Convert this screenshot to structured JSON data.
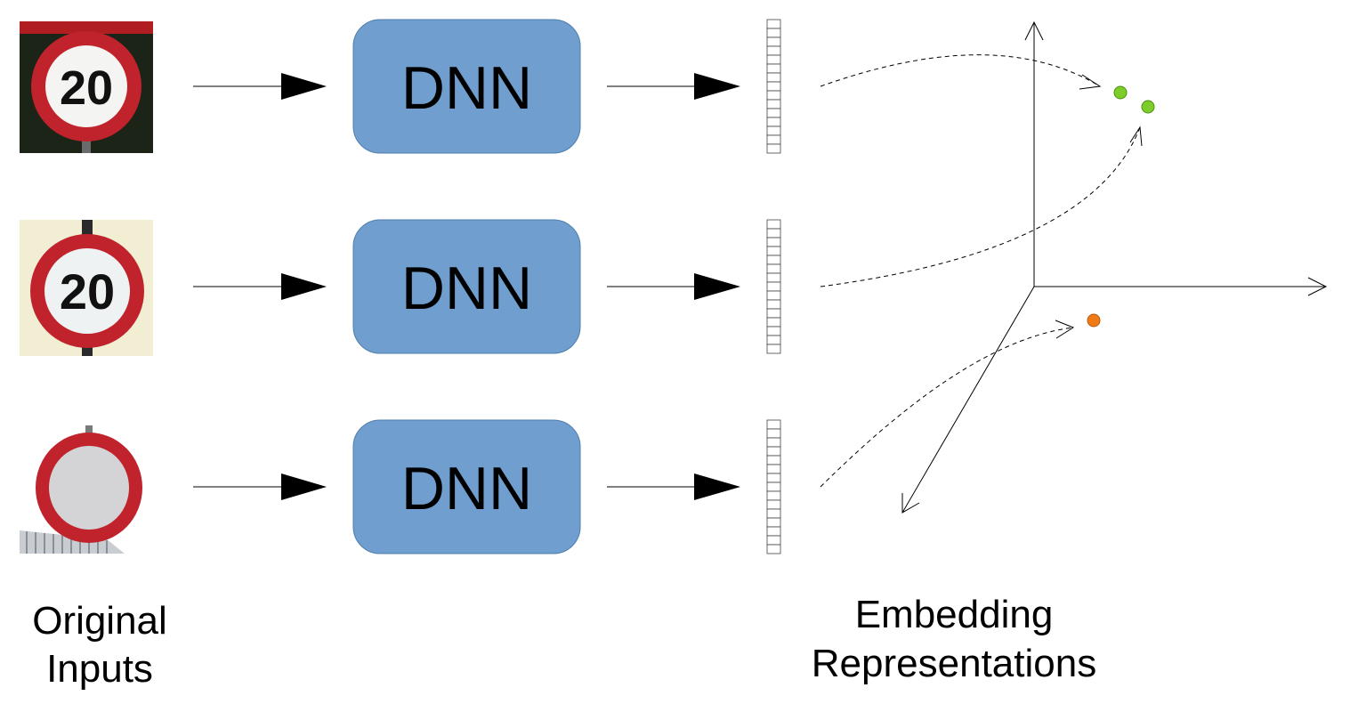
{
  "rows": [
    {
      "dnn_label": "DNN",
      "sign": {
        "text": "20",
        "kind": "speed-limit-20",
        "background": "#1c2418"
      }
    },
    {
      "dnn_label": "DNN",
      "sign": {
        "text": "20",
        "kind": "speed-limit-20",
        "background": "#f1eed4"
      }
    },
    {
      "dnn_label": "DNN",
      "sign": {
        "text": "",
        "kind": "no-vehicles",
        "background": "#ffffff"
      }
    }
  ],
  "captions": {
    "inputs": [
      "Original",
      "Inputs"
    ],
    "embeddings": [
      "Embedding",
      "Representations"
    ]
  },
  "colors": {
    "dnn_fill": "#6f9ecf",
    "sign_ring": "#c0232b",
    "point_similar": "#7ccc2a",
    "point_different": "#f07a16"
  },
  "embedding_points": [
    {
      "name": "similar-point-1",
      "color": "#7ccc2a"
    },
    {
      "name": "similar-point-2",
      "color": "#7ccc2a"
    },
    {
      "name": "different-point",
      "color": "#f07a16"
    }
  ]
}
